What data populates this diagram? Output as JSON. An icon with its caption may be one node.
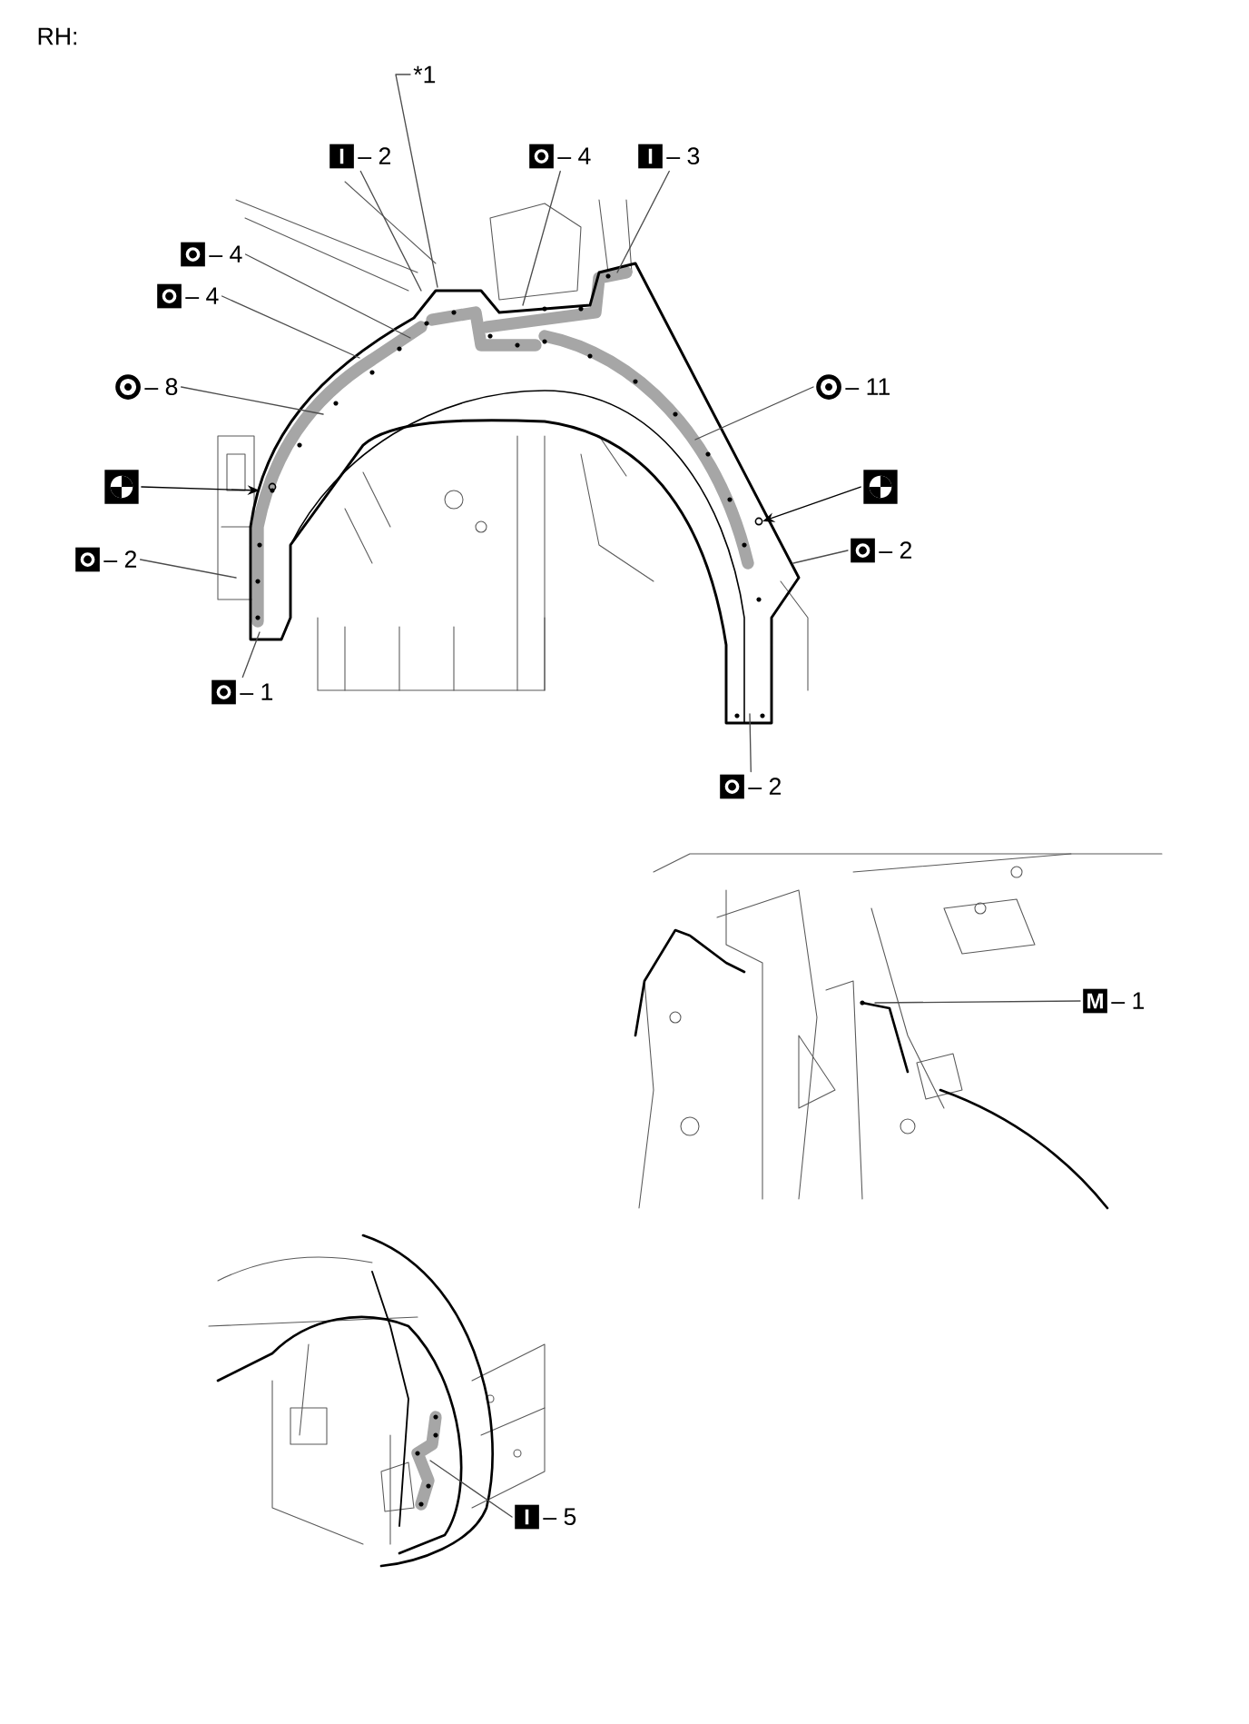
{
  "diagram": {
    "nodes": [
      {
        "text": [
          "*1"
        ]
      },
      {
        "text": [
          "I",
          "– 2"
        ]
      },
      {
        "text": [
          "– 4"
        ]
      },
      {
        "text": [
          "I",
          "– 3"
        ]
      },
      {
        "text": [
          "– 4"
        ]
      },
      {
        "text": [
          "– 4"
        ]
      },
      {
        "text": [
          "– 8"
        ]
      },
      {
        "text": [
          "– 11"
        ]
      },
      {
        "text": [],
        "shape": "picture"
      },
      {
        "text": [],
        "shape": "picture"
      },
      {
        "text": [
          "– 2"
        ]
      },
      {
        "text": [
          "– 2"
        ]
      },
      {
        "text": [
          "– 1"
        ]
      },
      {
        "text": [
          "– 2"
        ]
      },
      {
        "text": [
          "M",
          "– 1"
        ]
      },
      {
        "text": [
          "I",
          "– 5"
        ]
      }
    ],
    "edges": [
      {
        "from": 0,
        "to": null,
        "arrow": "none"
      },
      {
        "from": 1,
        "to": null,
        "arrow": "none"
      },
      {
        "from": 2,
        "to": null,
        "arrow": "none"
      },
      {
        "from": 3,
        "to": null,
        "arrow": "none"
      },
      {
        "from": 4,
        "to": null,
        "arrow": "none"
      },
      {
        "from": 5,
        "to": null,
        "arrow": "none"
      },
      {
        "from": 6,
        "to": null,
        "arrow": "none"
      },
      {
        "from": 7,
        "to": null,
        "arrow": "none"
      },
      {
        "from": 8,
        "to": null,
        "arrow": "to"
      },
      {
        "from": 9,
        "to": null,
        "arrow": "to"
      },
      {
        "from": 10,
        "to": null,
        "arrow": "none"
      },
      {
        "from": 11,
        "to": null,
        "arrow": "none"
      },
      {
        "from": 12,
        "to": null,
        "arrow": "none"
      },
      {
        "from": 13,
        "to": null,
        "arrow": "none"
      },
      {
        "from": 14,
        "to": null,
        "arrow": "none"
      },
      {
        "from": 15,
        "to": null,
        "arrow": "none"
      }
    ],
    "labels": [
      "RH:"
    ]
  }
}
